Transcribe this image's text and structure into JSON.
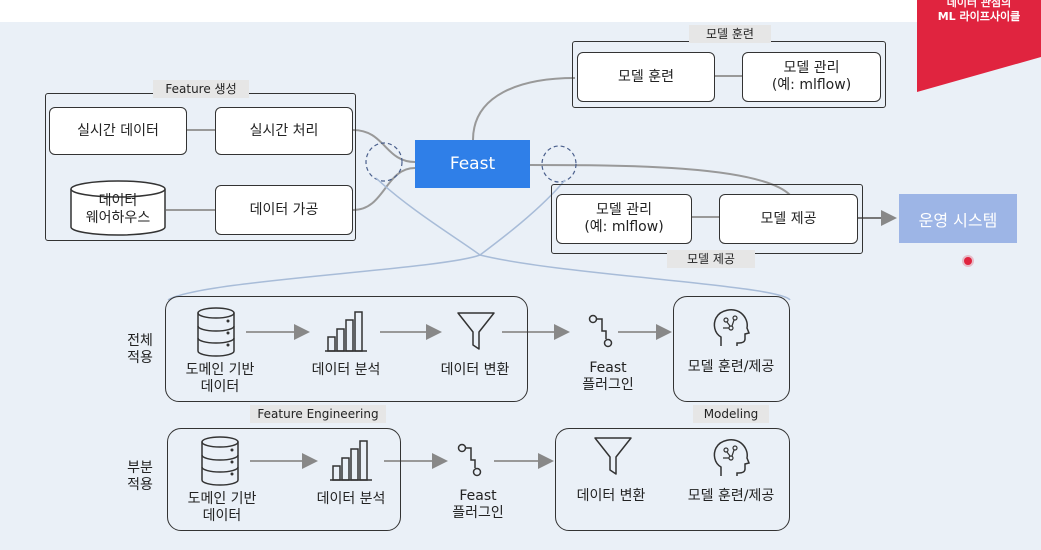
{
  "corner": {
    "line1": "데이터 관점의",
    "line2": "ML 라이프사이클"
  },
  "top": {
    "feature_group": "Feature 생성",
    "realtime_data": "실시간 데이터",
    "realtime_proc": "실시간 처리",
    "dw": "데이터\n웨어하우스",
    "data_proc": "데이터 가공",
    "feast": "Feast",
    "train_group": "모델 훈련",
    "train": "모델 훈련",
    "mgmt1": "모델 관리\n(예: mlflow)",
    "serve_group": "모델 제공",
    "mgmt2": "모델 관리\n(예: mlflow)",
    "serve": "모델 제공",
    "ops": "운영 시스템"
  },
  "full": {
    "side": "전체\n적용",
    "domain": "도메인 기반\n데이터",
    "analysis": "데이터 분석",
    "transform": "데이터 변환",
    "plugin": "Feast\n플러그인",
    "model": "모델 훈련/제공"
  },
  "tags": {
    "fe": "Feature Engineering",
    "modeling": "Modeling"
  },
  "partial": {
    "side": "부분\n적용",
    "domain": "도메인 기반\n데이터",
    "analysis": "데이터 분석",
    "plugin": "Feast\n플러그인",
    "transform": "데이터 변환",
    "model": "모델 훈련/제공"
  }
}
